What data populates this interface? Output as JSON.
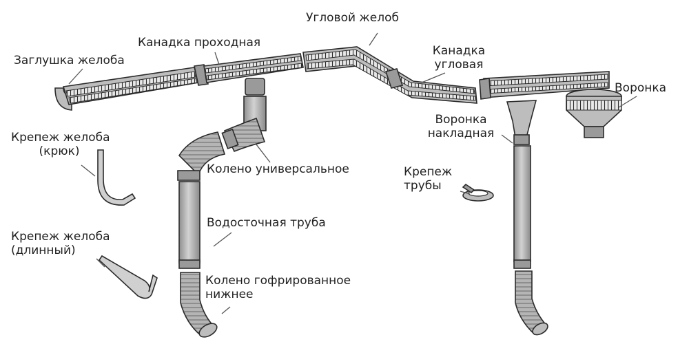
{
  "labels": {
    "end_cap": "Заглушка желоба",
    "pass_connector": "Канадка проходная",
    "corner_gutter": "Угловой желоб",
    "corner_connector_l1": "Канадка",
    "corner_connector_l2": "угловая",
    "funnel": "Воронка",
    "hook_bracket_l1": "Крепеж желоба",
    "hook_bracket_l2": "(крюк)",
    "universal_elbow": "Колено универсальное",
    "overlay_funnel_l1": "Воронка",
    "overlay_funnel_l2": "накладная",
    "pipe_bracket_l1": "Крепеж",
    "pipe_bracket_l2": "трубы",
    "downpipe": "Водосточная труба",
    "long_bracket_l1": "Крепеж желоба",
    "long_bracket_l2": "(длинный)",
    "lower_elbow_l1": "Колено гофрированное",
    "lower_elbow_l2": "нижнее"
  }
}
